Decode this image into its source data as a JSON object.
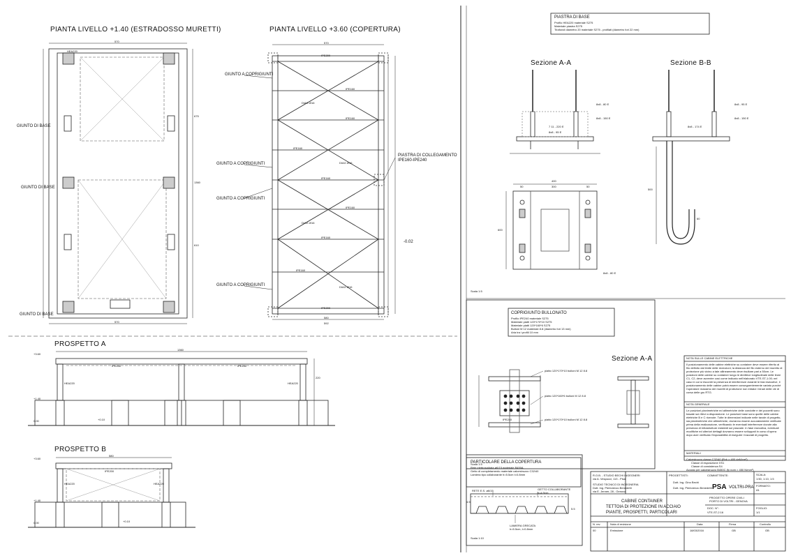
{
  "plan_a": {
    "title": "PIANTA LIVELLO +1.40 (ESTRADOSSO MURETTI)",
    "giunto_label": "GIUNTO DI BASE",
    "profile": "HEA220",
    "dim_top": "570",
    "dim_bottom": "570",
    "dim_side_1": "675",
    "dim_side_2": "1360",
    "dim_side_3": "610"
  },
  "plan_b": {
    "title": "PIANTA LIVELLO +3.60 (COPERTURA)",
    "giunto_label": "GIUNTO A COPRIGIUNTI",
    "plate_label_1": "PIASTRA DI COLLEGAMENTO",
    "plate_label_2": "IPE160-IPE240",
    "beam_end": "IPE200",
    "beam_mid": "IPE160",
    "beam_side": "IPE240",
    "bracing": "DIAG Ø16",
    "level": "-0.02",
    "dim_top": "570",
    "dim_bottom_1": "580",
    "dim_bottom_2": "592"
  },
  "prospetto_a": {
    "title": "PROSPETTO A",
    "level_top": "+3.60",
    "level_mid": "+1.40",
    "level_low": "+0.10",
    "level_base": "0.00",
    "beam": "IPE240",
    "column": "HEA220",
    "dim_length": "1360",
    "dim_h": "220"
  },
  "prospetto_b": {
    "title": "PROSPETTO B",
    "level_top": "+3.60",
    "level_mid": "+1.40",
    "level_low": "+0.10",
    "level_base": "0.00",
    "beam": "IPE200",
    "column": "HEA220",
    "dim_w": "580"
  },
  "piastra": {
    "title": "PIASTRA DI BASE",
    "lines": [
      "Profilo HEA220 materiale S275",
      "Materiale piastra S275",
      "Tirafondi diametro 20 materiale S275 - profilati (diametro fori 22 mm)"
    ],
    "section_a": "Sezione A-A",
    "section_b": "Sezione B-B",
    "scale": "Scala 1:5",
    "welds": [
      "8x8 - 80 E",
      "7 11 - 220 E",
      "8x8 - 95 E",
      "8x8 - 150 E",
      "8x8 - 95 E",
      "8x8 - 174 E",
      "8x8 - 150 E",
      "8x8 - 80 E"
    ],
    "dims": [
      "400",
      "300",
      "50",
      "50",
      "600",
      "500",
      "60"
    ]
  },
  "coprigiunto": {
    "title": "COPRIGIUNTO BULLONATO",
    "lines": [
      "Profilo IPE240 materiale S275",
      "Materiale piatti 120*170*10 S275",
      "Materiale piatti 120*160*6 S275",
      "Bulloni M 12 materiale 8.8 (diametro fori 13 mm)",
      "Aria tra i profili 10 mm"
    ],
    "callouts": [
      "piatto 120*170*10 bulloni M 12 8.8",
      "piatto 120*160*6 bulloni M 12 8.8",
      "piatto 120*170*10 bulloni M 12 8.8"
    ],
    "section": "Sezione A-A",
    "beam": "IPE240",
    "scale": "Scala 1:5"
  },
  "copertura": {
    "title": "PARTICOLARE DELLA COPERTURA",
    "lines": [
      "Rete elettrosaldata ø6/15 materiale B450A",
      "Getto di completamento materiale calcestruzzo C32/40",
      "Lamiera tipo collaborante h=5.5cm t=0.8mm"
    ],
    "rete": "RETE E.S. ø6/15",
    "getto_1": "GETTO COLLABORANTE",
    "getto_2": "h=4.5cm",
    "lamiera_1": "LAMIERA GRECATA",
    "lamiera_2": "h=5.5cm, t=0.8mm",
    "dim_1": "4.5",
    "dim_2": "5.5",
    "scale": "Scala 1:10"
  },
  "notes": {
    "cabine_title": "NOTA SULLE CABINE ELETTRICHE",
    "cabine_text": "Il posizionamento delle cabine elettriche su container deve essere riferito al filo definito dal limite delle recinzioni; la distanza del filo esterno del muretto di protezione più vicino a tale allineamento deve risultare pari a 50cm. Le posizioni delle cabine su container lungo le direttrice longitudinale delle linee C1, C2, deve avvenire così come indicato nell'elaborato VTE-ST-1.00; nel caso in cui si riscontri la presenza di interferenze durante le fasi esecutive, il posizionamento delle cabine potrà essere conseguentemente variato purché l'operatore massimo dei muretti di protezione non intralci i binari delle vie di corsa delle gru RTG.",
    "generale_title": "NOTA GENERALE",
    "generale_text": "Le posizioni planimetriche ed altimetriche delle condotte e dei pozzetti sono basate sui rilievi a disposizione. Le posizioni base sono quelle delle cabine elettriche B e C ricevute. Tutte le dimensioni indicate nelle tavole di progetto, sia planimetriche che altimetriche, dovranno essere accuratamente verificate prima della realizzazione, verificando le eventuali interferenze dovute alla presenza di infrastrutture esistenti sul piazzale. In fase esecutiva, eventuali modifiche ed ulteriori dettagli dovranno essere sviluppati in corso d'opera dopo aver verificato l'impossibilità di eseguire i tracciati di progetto.",
    "materiali_title": "MATERIALI",
    "materiali_lines": [
      "Calcestruzzo classe C32/40 (Rck > 400 daN/cm²)",
      "Classe di esposizione XS1",
      "Classe di consistenza S4",
      "Acciaio per calcestruzzo B450C (fy nom > 450 N/mm²)"
    ]
  },
  "title_block": {
    "firm_1": "R.O.B. - STUDIO BECHI INGEGNERI",
    "firm_2": "via A. Vespucci, 113 - Pisa",
    "firm_3": "STUDIO TECNICO DI INGEGNERIA",
    "firm_4": "Dott. Ing. Pierlorenzo Benedetti",
    "firm_5": "via E. Jenner, 28 - Genova",
    "progettisti_label": "PROGETTISTI:",
    "progettista_1": "Dott. Ing. Gino Bechi",
    "progettista_2": "Dott. Ing. Pierlorenzo Benedetti",
    "committente_label": "COMMITTENTE:",
    "committente_logo": "PSA",
    "committente_name": "VOLTRI-PRA",
    "scala_label": "SCALA:",
    "scala_value": "1:50, 1:10, 1:5",
    "formato_label": "FORMATO:",
    "formato_value": "A1",
    "project_1": "PROGETTO OPERE CIVILI",
    "project_2": "PORTO DI VOLTRI - GENOVA",
    "doc_label": "DOC. N°:",
    "doc_value": "VTE-ST-2.16",
    "foglio_label": "FOGLIO:",
    "foglio_value": "1/1",
    "drawing_1": "CABINE CONTAINER",
    "drawing_2": "TETTOIA DI PROTEZIONE IN ACCIAIO",
    "drawing_3": "PIANTE, PROSPETTI, PARTICOLARI",
    "rev_headers": [
      "N. rev",
      "Nota di revisione",
      "Data",
      "Firma",
      "Controllo"
    ],
    "rev_row": [
      "00",
      "Emissione",
      "18/03/2016",
      "GB",
      "GB"
    ]
  }
}
